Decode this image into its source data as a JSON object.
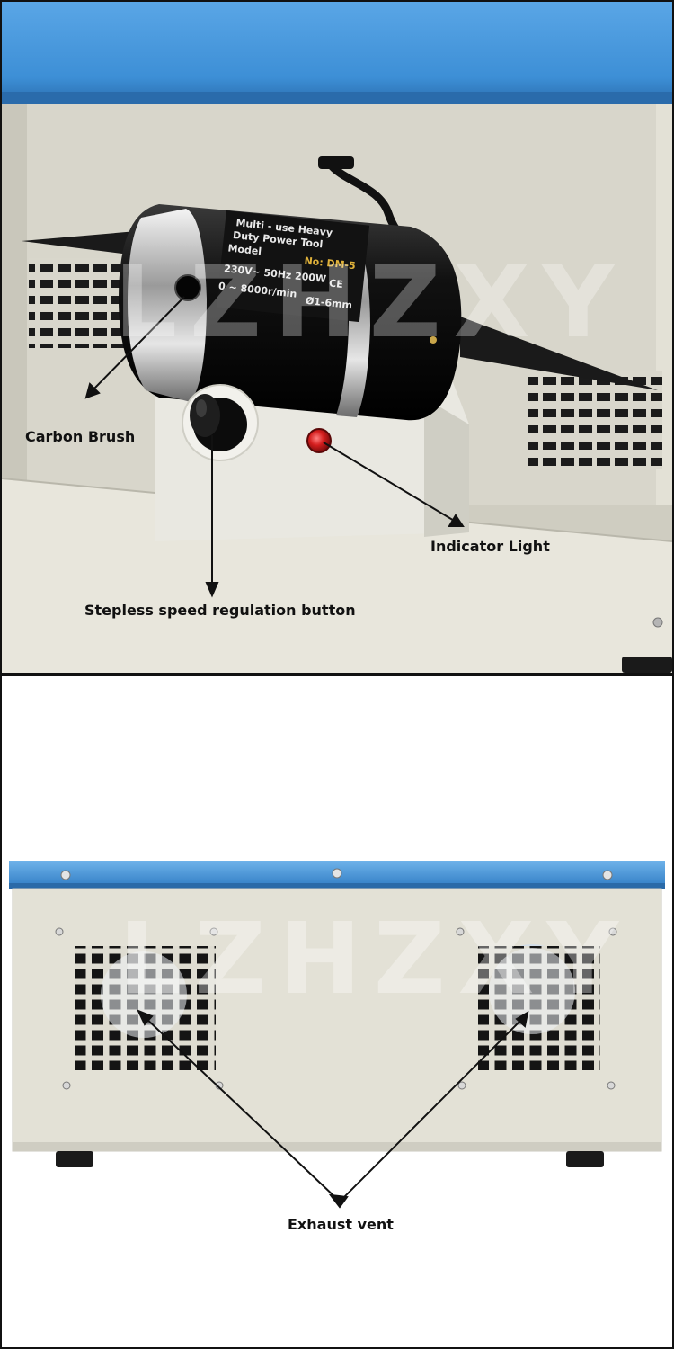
{
  "watermark": "LZHZXY",
  "panel_top": {
    "motor_label": {
      "line1": "Multi - use Heavy",
      "line2": "Duty Power Tool",
      "line3": "Model",
      "model_no": "No: DM-5",
      "line4": "230V~ 50Hz 200W",
      "ce": "CE",
      "line5": "0 ~ 8000r/min",
      "line6": "Ø1-6mm"
    },
    "callouts": {
      "carbon_brush": "Carbon Brush",
      "indicator_light": "Indicator Light",
      "speed_button": "Stepless speed regulation button"
    }
  },
  "panel_bottom": {
    "callouts": {
      "exhaust_vent": "Exhaust vent"
    }
  },
  "colors": {
    "blue_lid": "#3d8fd6",
    "beige_body": "#e3e1d6",
    "motor_black": "#151515",
    "indicator_red": "#d41e1e"
  }
}
